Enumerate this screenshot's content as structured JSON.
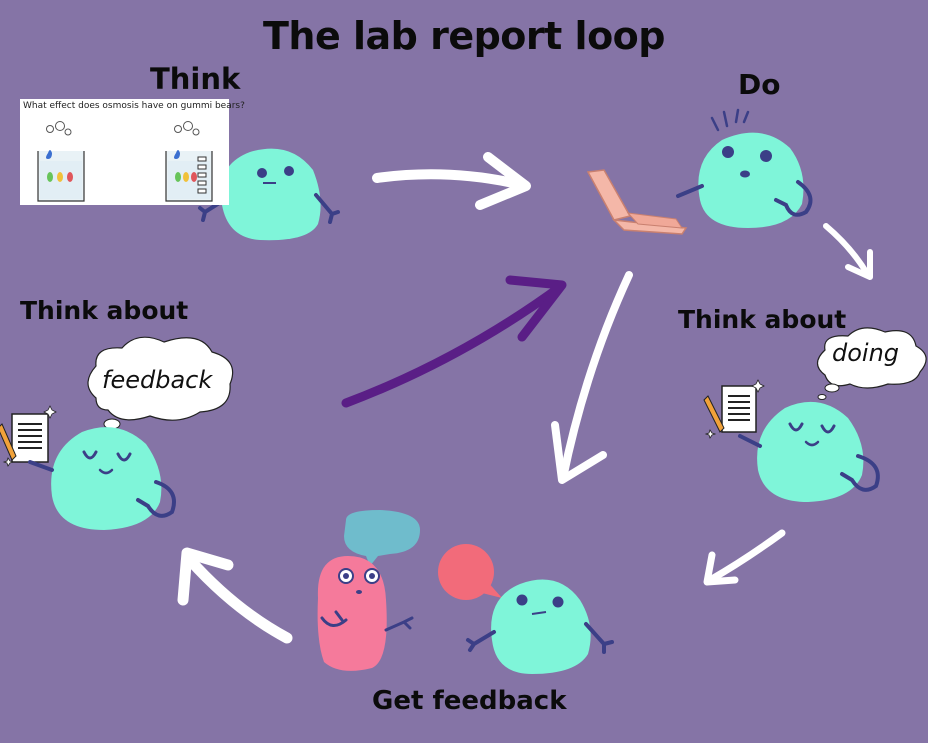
{
  "title": "The lab report loop",
  "stages": {
    "think": "Think",
    "do": "Do",
    "think_about_left": "Think about",
    "think_about_right": "Think about",
    "get_feedback": "Get feedback"
  },
  "question_card": {
    "question": "What effect does osmosis have on gummi bears?"
  },
  "thought_clouds": {
    "left": "feedback",
    "right": "doing"
  },
  "colors": {
    "background": "#8574a6",
    "blob": "#7ff5d9",
    "blob_outline": "#3b3f87",
    "pink_character": "#f57a9b",
    "purple_arrow": "#5a1e86",
    "white_arrow": "#ffffff",
    "laptop": "#f4b7a8",
    "speech_blue": "#6fbccc",
    "speech_red": "#f26b7a"
  }
}
